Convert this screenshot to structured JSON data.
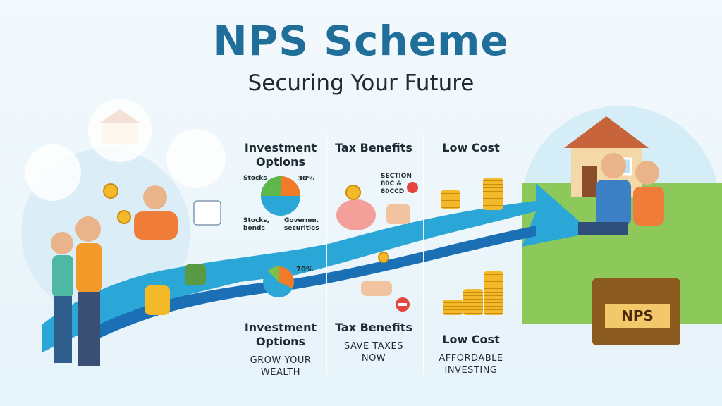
{
  "header": {
    "title": "NPS Scheme",
    "subtitle": "Securing Your Future"
  },
  "columns": [
    {
      "top_heading": "Investment Options",
      "labels": [
        "Stocks",
        "30%",
        "Stocks, bonds",
        "Governm. securities",
        "70%"
      ],
      "bottom_heading": "Investment Options",
      "tagline": "GROW YOUR WEALTH"
    },
    {
      "top_heading": "Tax Benefits",
      "labels": [
        "SECTION 80C & 80CCD"
      ],
      "bottom_heading": "Tax Benefits",
      "tagline": "SAVE TAXES NOW"
    },
    {
      "top_heading": "Low Cost",
      "bottom_heading": "Low Cost",
      "tagline": "AFFORDABLE INVESTING"
    }
  ],
  "chest_label": "NPS",
  "colors": {
    "title": "#1f6f9a",
    "river": "#2aa7d6",
    "river_dark": "#1b6fb5"
  }
}
